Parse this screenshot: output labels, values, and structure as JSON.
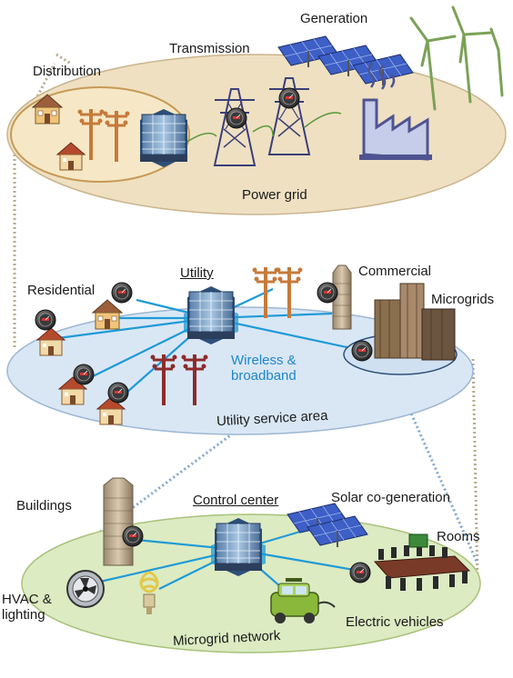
{
  "colors": {
    "power_grid_fill": "#efe0c2",
    "service_area_fill": "#d9e7f5",
    "microgrid_fill": "#dcebc2",
    "network_line": "#1f9ad6",
    "wireless_text": "#1f86c9",
    "tower": "#3b3f78",
    "wire_pole": "#c67a3a",
    "red_pole": "#8e2b2b",
    "wind_turbine": "#7aa256",
    "solar_panel": "#3d5fc6",
    "factory": "#4f5491",
    "car": "#8ab83a"
  },
  "power_grid": {
    "generation_label": "Generation",
    "transmission_label": "Transmission",
    "distribution_label": "Distribution",
    "grid_label": "Power grid"
  },
  "utility_service": {
    "utility_label": "Utility",
    "commercial_label": "Commercial",
    "residential_label": "Residential",
    "microgrids_label": "Microgrids",
    "wireless_label": "Wireless &\nbroadband",
    "area_label": "Utility service area"
  },
  "microgrid": {
    "buildings_label": "Buildings",
    "control_center_label": "Control center",
    "solar_label": "Solar co-generation",
    "rooms_label": "Rooms",
    "hvac_label": "HVAC &\nlighting",
    "ev_label": "Electric vehicles",
    "network_label": "Microgrid network"
  }
}
